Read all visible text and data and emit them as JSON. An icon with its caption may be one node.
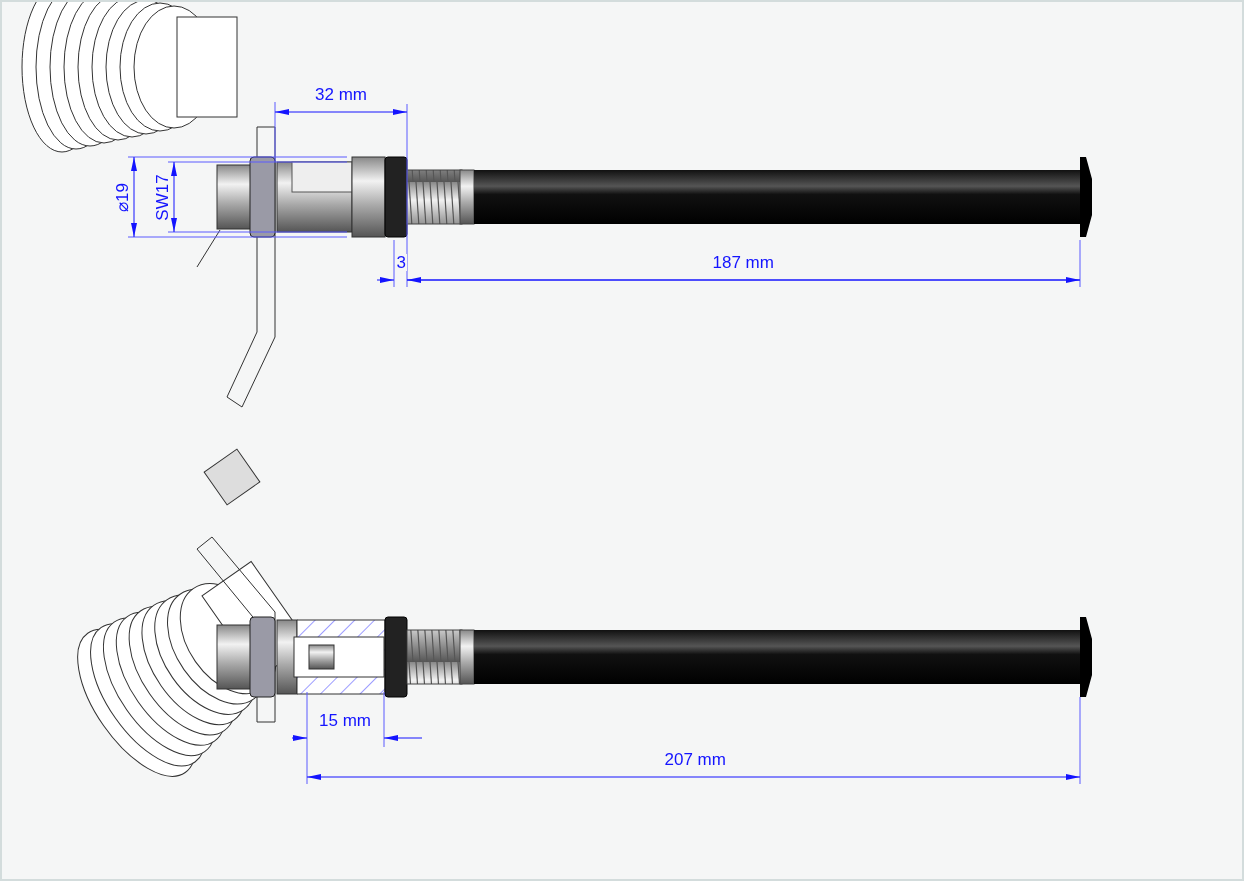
{
  "diagram": {
    "labels": [
      "32 mm",
      "⌀19",
      "SW17",
      "3",
      "187 mm",
      "15 mm",
      "207 mm"
    ]
  }
}
